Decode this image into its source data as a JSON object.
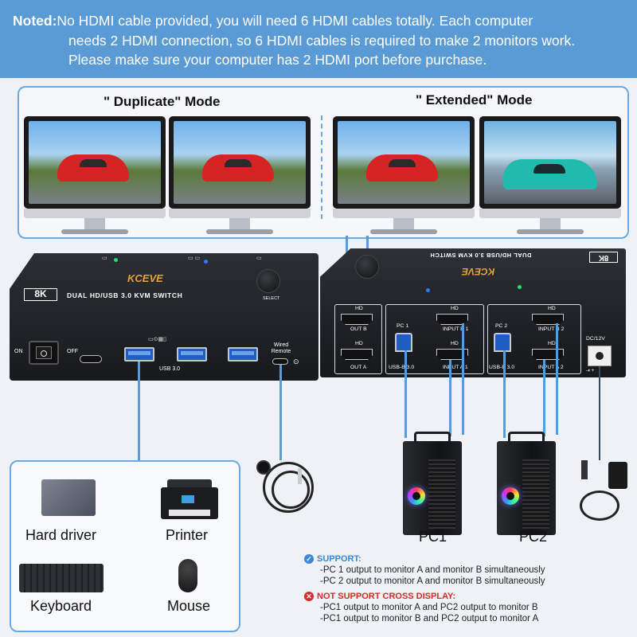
{
  "banner": {
    "label": "Noted:",
    "line1": "No HDMI cable provided, you will need 6 HDMI cables totally. Each computer",
    "line2": "needs 2 HDMI connection, so 6 HDMI cables is required to make 2 monitors work.",
    "line3": "Please make sure your computer has 2 HDMI port before purchase.",
    "color": "#5b9bd5"
  },
  "modes": {
    "duplicate": "\" Duplicate\" Mode",
    "extended": "\" Extended\" Mode"
  },
  "kvm_front": {
    "badge": "8K",
    "model": "DUAL HD/USB 3.0 KVM SWITCH",
    "logo": "KCEVE",
    "select": "SELECT",
    "on": "ON",
    "off": "OFF",
    "usb_label": "USB 3.0",
    "wired_remote": "Wired Remote"
  },
  "kvm_back": {
    "badge": "8K",
    "model": "DUAL HD/USB 3.0 KVM SWITCH",
    "logo": "KCEVE",
    "hd": "HD",
    "out_b": "OUT B",
    "out_a": "OUT A",
    "pc1": "PC 1",
    "pc2": "PC 2",
    "usb_b_30": "USB-B 3.0",
    "input_b1": "INPUT B 1",
    "input_a1": "INPUT A 1",
    "input_b2": "INPUT B 2",
    "input_a2": "INPUT A 2",
    "dc": "DC/12V"
  },
  "peripherals": {
    "hard_drive": "Hard driver",
    "printer": "Printer",
    "keyboard": "Keyboard",
    "mouse": "Mouse"
  },
  "pcs": {
    "pc1": "PC1",
    "pc2": "PC2"
  },
  "notes": {
    "support_head": "SUPPORT:",
    "support_items": [
      "-PC 1 output to monitor A and monitor B simultaneously",
      "-PC 2 output to monitor A and monitor B simultaneously"
    ],
    "nosupport_head": "NOT SUPPORT CROSS DISPLAY:",
    "nosupport_items": [
      "-PC1 output to monitor A and PC2 output to monitor B",
      "-PC1 output to monitor B and PC2 output to monitor A"
    ],
    "support_color": "#3a86d8",
    "nosupport_color": "#d42a2a"
  },
  "icons": {
    "support": "check-circle-icon",
    "nosupport": "x-circle-icon"
  }
}
